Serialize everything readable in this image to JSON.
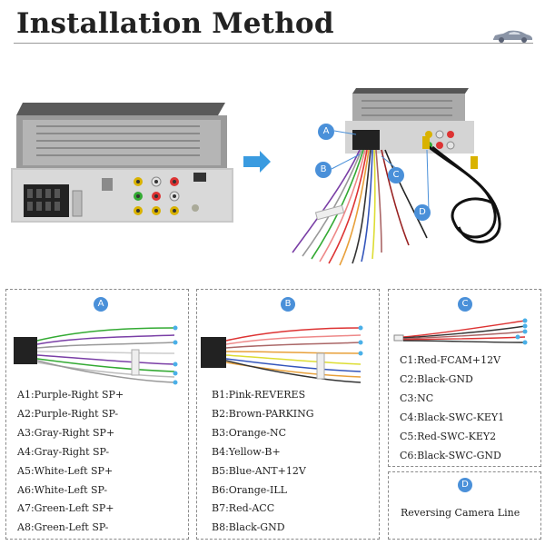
{
  "header": {
    "title": "Installation Method",
    "icon": "car-icon"
  },
  "callouts": [
    "A",
    "B",
    "C",
    "D"
  ],
  "panels": {
    "a": {
      "badge": "A",
      "wires": [
        "A1:Purple-Right SP+",
        "A2:Purple-Right SP-",
        "A3:Gray-Right SP+",
        "A4:Gray-Right SP-",
        "A5:White-Left SP+",
        "A6:White-Left SP-",
        "A7:Green-Left SP+",
        "A8:Green-Left SP-"
      ]
    },
    "b": {
      "badge": "B",
      "wires": [
        "B1:Pink-REVERES",
        "B2:Brown-PARKING",
        "B3:Orange-NC",
        "B4:Yellow-B+",
        "B5:Blue-ANT+12V",
        "B6:Orange-ILL",
        "B7:Red-ACC",
        "B8:Black-GND"
      ]
    },
    "c": {
      "badge": "C",
      "wires": [
        "C1:Red-FCAM+12V",
        "C2:Black-GND",
        "C3:NC",
        "C4:Black-SWC-KEY1",
        "C5:Red-SWC-KEY2",
        "C6:Black-SWC-GND"
      ]
    },
    "d": {
      "badge": "D",
      "label": "Reversing Camera Line"
    }
  },
  "colors": {
    "accent": "#4a90d9",
    "arrow": "#3a9be0"
  }
}
